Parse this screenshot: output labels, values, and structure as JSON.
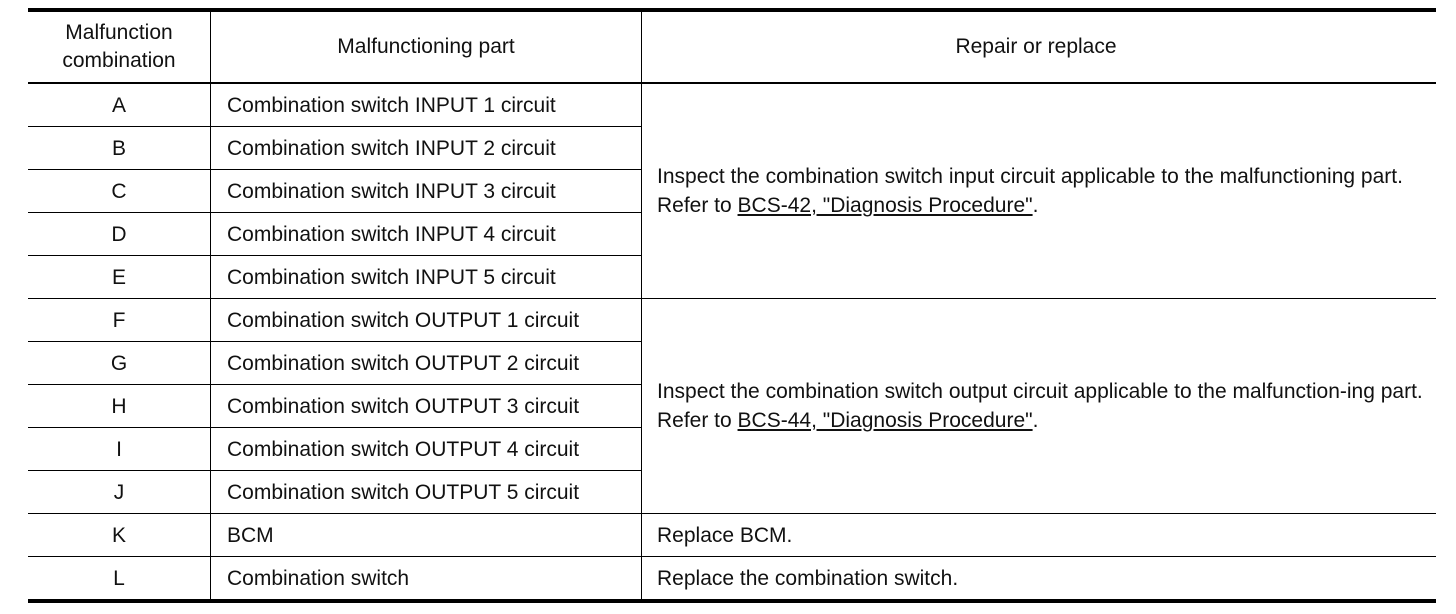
{
  "headers": {
    "combination": "Malfunction combination",
    "part": "Malfunctioning part",
    "repair": "Repair or replace"
  },
  "rows": [
    {
      "combination": "A",
      "part": "Combination switch INPUT 1 circuit"
    },
    {
      "combination": "B",
      "part": "Combination switch INPUT 2 circuit"
    },
    {
      "combination": "C",
      "part": "Combination switch INPUT 3 circuit"
    },
    {
      "combination": "D",
      "part": "Combination switch INPUT 4 circuit"
    },
    {
      "combination": "E",
      "part": "Combination switch INPUT 5 circuit"
    },
    {
      "combination": "F",
      "part": "Combination switch OUTPUT 1 circuit"
    },
    {
      "combination": "G",
      "part": "Combination switch OUTPUT 2 circuit"
    },
    {
      "combination": "H",
      "part": "Combination switch OUTPUT 3 circuit"
    },
    {
      "combination": "I",
      "part": "Combination switch OUTPUT 4 circuit"
    },
    {
      "combination": "J",
      "part": "Combination switch OUTPUT 5 circuit"
    },
    {
      "combination": "K",
      "part": "BCM"
    },
    {
      "combination": "L",
      "part": "Combination switch"
    }
  ],
  "repairs": {
    "input": {
      "text_before": "Inspect the combination switch input circuit applicable to the malfunctioning part. Refer to ",
      "link": "BCS-42, \"Diagnosis Procedure\"",
      "text_after": "."
    },
    "output": {
      "text_before": "Inspect the combination switch output circuit applicable to the malfunction-ing part. Refer to ",
      "link": "BCS-44, \"Diagnosis Procedure\"",
      "text_after": "."
    },
    "bcm": "Replace BCM.",
    "switch": "Replace the combination switch."
  }
}
